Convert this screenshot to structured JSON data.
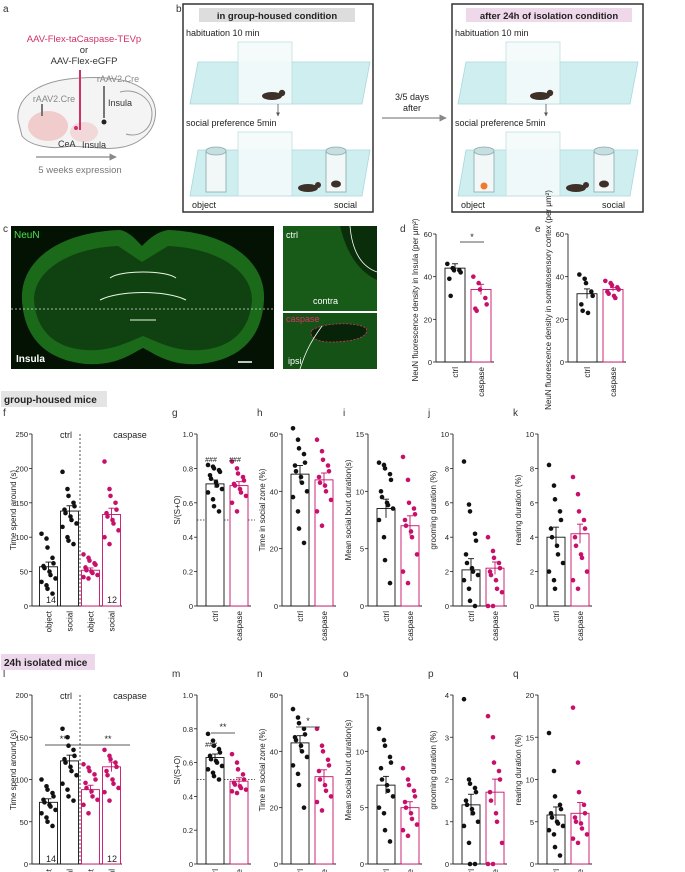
{
  "colors": {
    "ctrl": "#111111",
    "caspase": "#c8106b",
    "aav": "#d0306a",
    "micro_green": "#36c43a",
    "chamber": "#cfeef0",
    "banner_a": "#dddddd",
    "banner_b": "#eed8ea"
  },
  "panel_letters": [
    "a",
    "b",
    "c",
    "d",
    "e",
    "f",
    "g",
    "h",
    "i",
    "j",
    "k",
    "l",
    "m",
    "n",
    "o",
    "p",
    "q"
  ],
  "panel_a": {
    "aav_line1": "AAV-Flex-taCaspase-TEVp",
    "or": "or",
    "aav_line2": "AAV-Flex-eGFP",
    "rAAV_right": "rAAV2.Cre",
    "rAAV_left": "rAAV2.Cre",
    "insula_top": "Insula",
    "cea": "CeA",
    "insula_bottom": "Insula",
    "expression": "5 weeks expression"
  },
  "panel_b": {
    "left_title": "in group-housed condition",
    "right_title": "after 24h of isolation condition",
    "habituation": "habituation 10 min",
    "social_pref": "social preference 5min",
    "object": "object",
    "social": "social",
    "arrow_line1": "3/5 days",
    "arrow_line2": "after"
  },
  "panel_c": {
    "neun": "NeuN",
    "insula": "Insula",
    "ctrl": "ctrl",
    "contra": "contra",
    "caspase": "caspase",
    "ipsi": "ipsi"
  },
  "section_labels": {
    "group": "group-housed mice",
    "isolated": "24h isolated mice"
  },
  "axis_text": {
    "d": "NeuN fluorescence density in Insula (per μm²)",
    "e": "NeuN fluorescence density in somatosensory cortex (per μm²)",
    "f": "Time spend around (s)",
    "g": "S/(S+O)",
    "h": "Time in social zone (%)",
    "i": "Mean social bout duration(s)",
    "j": "grooming duration (%)",
    "k": "rearing duration (%)",
    "l": "Time spend around (s)",
    "m": "S/(S+O)",
    "n": "Time in social zone (%)",
    "o": "Mean social bout duration(s)",
    "p": "grooming duration (%)",
    "q": "rearing duration  (%)"
  },
  "group_labels": {
    "ctrl": "ctrl",
    "caspase": "caspase",
    "object": "object",
    "social": "social"
  },
  "counts": {
    "f_ctrl": "14",
    "f_casp": "12",
    "l_ctrl": "14",
    "l_casp": "12"
  },
  "stats": {
    "d": "*",
    "g_ctrl": "###",
    "g_casp": "###",
    "l_a": "***",
    "l_b": "**",
    "m_sig": "**",
    "m_hash": "###",
    "n_sig": "*"
  },
  "chart_data": [
    {
      "id": "d",
      "type": "bar",
      "ylim": [
        0,
        60
      ],
      "ticks": [
        0,
        20,
        40,
        60
      ],
      "categories": [
        "ctrl",
        "caspase"
      ],
      "means": [
        44,
        34
      ],
      "points": [
        [
          46,
          44,
          43,
          43,
          42,
          39,
          31
        ],
        [
          40,
          37,
          34,
          30,
          27,
          25,
          24
        ]
      ]
    },
    {
      "id": "e",
      "type": "bar",
      "ylim": [
        0,
        60
      ],
      "ticks": [
        0,
        20,
        40,
        60
      ],
      "categories": [
        "ctrl",
        "caspase"
      ],
      "means": [
        32,
        34
      ],
      "points": [
        [
          41,
          39,
          37,
          33,
          31,
          27,
          24,
          23
        ],
        [
          38,
          37,
          36,
          35,
          34,
          33,
          32,
          31,
          30
        ]
      ]
    },
    {
      "id": "f",
      "type": "bar",
      "ylim": [
        0,
        250
      ],
      "ticks": [
        0,
        50,
        100,
        150,
        200,
        250
      ],
      "categories": [
        "object",
        "social",
        "object",
        "social"
      ],
      "means": [
        57,
        138,
        52,
        133
      ],
      "points": [
        [
          105,
          98,
          85,
          70,
          62,
          58,
          55,
          50,
          45,
          40,
          35,
          30,
          25,
          18
        ],
        [
          195,
          170,
          160,
          150,
          145,
          140,
          135,
          130,
          125,
          120,
          115,
          100,
          95,
          90
        ],
        [
          75,
          70,
          66,
          62,
          60,
          56,
          52,
          50,
          48,
          45,
          42,
          40
        ],
        [
          210,
          170,
          160,
          150,
          140,
          135,
          130,
          125,
          120,
          110,
          100,
          90
        ]
      ]
    },
    {
      "id": "g",
      "type": "bar",
      "ylim": [
        0,
        1.0
      ],
      "ticks": [
        0,
        0.2,
        0.4,
        0.6,
        0.8,
        1.0
      ],
      "refline": 0.5,
      "categories": [
        "ctrl",
        "caspase"
      ],
      "means": [
        0.71,
        0.7
      ],
      "points": [
        [
          0.82,
          0.81,
          0.8,
          0.79,
          0.78,
          0.76,
          0.74,
          0.72,
          0.7,
          0.68,
          0.66,
          0.62,
          0.58,
          0.55
        ],
        [
          0.84,
          0.8,
          0.77,
          0.75,
          0.73,
          0.71,
          0.7,
          0.68,
          0.66,
          0.64,
          0.6,
          0.55
        ]
      ]
    },
    {
      "id": "h",
      "type": "bar",
      "ylim": [
        0,
        60
      ],
      "ticks": [
        0,
        20,
        40,
        60
      ],
      "categories": [
        "ctrl",
        "caspase"
      ],
      "means": [
        46,
        44
      ],
      "points": [
        [
          62,
          58,
          55,
          53,
          50,
          49,
          47,
          45,
          43,
          40,
          38,
          33,
          27,
          22
        ],
        [
          58,
          54,
          51,
          49,
          47,
          45,
          43,
          42,
          40,
          37,
          33,
          28
        ]
      ]
    },
    {
      "id": "i",
      "type": "bar",
      "ylim": [
        0,
        15
      ],
      "ticks": [
        0,
        5,
        10,
        15
      ],
      "categories": [
        "ctrl",
        "caspase"
      ],
      "means": [
        8.5,
        7.0
      ],
      "points": [
        [
          12.5,
          12.3,
          12,
          11.5,
          11,
          10,
          9.5,
          9,
          8.8,
          8.5,
          7.5,
          6,
          4,
          2
        ],
        [
          13,
          11,
          9,
          8.5,
          8,
          7.5,
          7,
          6.5,
          6,
          4.5,
          3,
          2
        ]
      ]
    },
    {
      "id": "j",
      "type": "bar",
      "ylim": [
        0,
        10
      ],
      "ticks": [
        0,
        2,
        4,
        6,
        8,
        10
      ],
      "categories": [
        "ctrl",
        "caspase"
      ],
      "means": [
        2.1,
        2.2
      ],
      "points": [
        [
          8.4,
          5.9,
          5.5,
          4.2,
          3.8,
          3.0,
          2.5,
          2.2,
          2.0,
          1.8,
          1.5,
          1.0,
          0.3,
          0.0
        ],
        [
          4.0,
          3.2,
          2.8,
          2.5,
          2.2,
          2.0,
          1.8,
          1.5,
          1.0,
          0.8,
          0.0,
          0.0
        ]
      ]
    },
    {
      "id": "k",
      "type": "bar",
      "ylim": [
        0,
        10
      ],
      "ticks": [
        0,
        2,
        4,
        6,
        8,
        10
      ],
      "categories": [
        "ctrl",
        "caspase"
      ],
      "means": [
        4.0,
        4.2
      ],
      "points": [
        [
          8.2,
          7.0,
          6.2,
          5.5,
          5.0,
          4.5,
          4.0,
          3.5,
          3.0,
          2.5,
          2.0,
          1.5,
          1.0
        ],
        [
          7.5,
          6.5,
          5.5,
          5.0,
          4.5,
          4.0,
          3.5,
          3.0,
          2.8,
          2.0,
          1.5,
          1.0
        ]
      ]
    },
    {
      "id": "l",
      "type": "bar",
      "ylim": [
        0,
        200
      ],
      "ticks": [
        0,
        50,
        100,
        150,
        200
      ],
      "categories": [
        "object",
        "social",
        "object",
        "social"
      ],
      "means": [
        73,
        122,
        88,
        115
      ],
      "points": [
        [
          100,
          92,
          88,
          84,
          80,
          76,
          73,
          70,
          68,
          64,
          60,
          55,
          50,
          45
        ],
        [
          160,
          150,
          140,
          135,
          128,
          124,
          120,
          115,
          110,
          105,
          95,
          88,
          80,
          75
        ],
        [
          118,
          114,
          110,
          106,
          100,
          96,
          90,
          86,
          80,
          76,
          70,
          60
        ],
        [
          135,
          128,
          124,
          120,
          115,
          110,
          105,
          100,
          95,
          90,
          85,
          75
        ]
      ]
    },
    {
      "id": "m",
      "type": "bar",
      "ylim": [
        0,
        1.0
      ],
      "ticks": [
        0,
        0.2,
        0.4,
        0.6,
        0.8,
        1.0
      ],
      "refline": 0.5,
      "categories": [
        "ctrl",
        "caspase"
      ],
      "means": [
        0.63,
        0.49
      ],
      "points": [
        [
          0.77,
          0.73,
          0.7,
          0.68,
          0.66,
          0.64,
          0.62,
          0.61,
          0.6,
          0.58,
          0.56,
          0.54,
          0.52,
          0.5
        ],
        [
          0.65,
          0.6,
          0.56,
          0.53,
          0.5,
          0.48,
          0.47,
          0.46,
          0.45,
          0.44,
          0.43,
          0.42
        ]
      ]
    },
    {
      "id": "n",
      "type": "bar",
      "ylim": [
        0,
        60
      ],
      "ticks": [
        0,
        20,
        40,
        60
      ],
      "categories": [
        "ctrl",
        "caspase"
      ],
      "means": [
        43,
        31
      ],
      "points": [
        [
          55,
          52,
          50,
          48,
          46,
          45,
          44,
          42,
          40,
          38,
          35,
          32,
          28,
          20
        ],
        [
          48,
          42,
          40,
          37,
          35,
          33,
          30,
          28,
          26,
          24,
          22,
          19
        ]
      ]
    },
    {
      "id": "o",
      "type": "bar",
      "ylim": [
        0,
        15
      ],
      "ticks": [
        0,
        5,
        10,
        15
      ],
      "categories": [
        "ctrl",
        "caspase"
      ],
      "means": [
        7.0,
        5.0
      ],
      "points": [
        [
          12,
          11,
          10.5,
          9.5,
          9,
          8.5,
          7.5,
          7,
          6.5,
          6,
          5,
          4.5,
          3,
          2
        ],
        [
          8.5,
          7.5,
          7,
          6.5,
          6,
          5.5,
          5,
          4.5,
          4,
          3.5,
          3,
          2.5
        ]
      ]
    },
    {
      "id": "p",
      "type": "bar",
      "ylim": [
        0,
        4
      ],
      "ticks": [
        0,
        1,
        2,
        3,
        4
      ],
      "categories": [
        "ctrl",
        "caspase"
      ],
      "means": [
        1.4,
        1.7
      ],
      "points": [
        [
          3.9,
          2.0,
          1.9,
          1.8,
          1.7,
          1.5,
          1.4,
          1.3,
          1.2,
          1.0,
          0.9,
          0.5,
          0.0,
          0.0
        ],
        [
          3.5,
          3.0,
          2.4,
          2.2,
          2.0,
          1.7,
          1.5,
          1.2,
          1.0,
          0.5,
          0.0,
          0.0
        ]
      ]
    },
    {
      "id": "q",
      "type": "bar",
      "ylim": [
        0,
        20
      ],
      "ticks": [
        0,
        5,
        10,
        15,
        20
      ],
      "categories": [
        "ctrl",
        "caspase"
      ],
      "means": [
        5.8,
        6.0
      ],
      "points": [
        [
          15.5,
          11,
          8,
          7,
          6.5,
          6,
          5.5,
          5,
          4.8,
          4.5,
          4,
          3.5,
          2,
          1
        ],
        [
          18.5,
          12,
          8.5,
          7,
          6,
          5.5,
          5,
          4.8,
          4.2,
          3.5,
          3,
          2.5
        ]
      ]
    }
  ]
}
